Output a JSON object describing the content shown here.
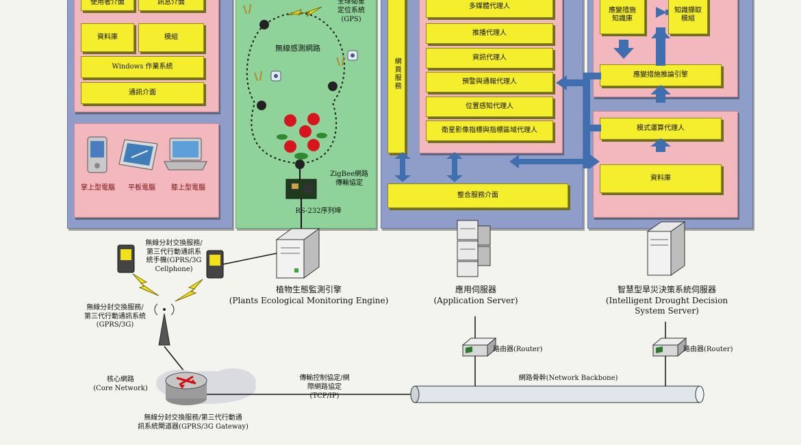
{
  "left_panel": {
    "top_row": [
      "使用者介面",
      "訊息介面"
    ],
    "mid_row": [
      "資料庫",
      "模組"
    ],
    "os": "Windows 作業系統",
    "comm": "通訊介面",
    "devices": [
      "掌上型電腦",
      "平板電腦",
      "膝上型電腦"
    ]
  },
  "sensor_panel": {
    "gps": "全球衛星\n定位系統\n(GPS)",
    "wsn": "無線感測網路",
    "zigbee": "ZigBee網路\n傳輸協定",
    "rs232": "RS-232序列埠"
  },
  "app_panel": {
    "web_service": "網頁服務",
    "agents": [
      "多媒體代理人",
      "推播代理人",
      "資訊代理人",
      "預警與通報代理人",
      "位置感知代理人",
      "衛星影像指標與指標區域代理人"
    ],
    "integration": "整合服務介面"
  },
  "decision_panel": {
    "top_left": "應變措施\n知識庫",
    "top_right": "知識擷取\n模組",
    "inference": "應變措施推論引擎",
    "mode_calc": "模式運算代理人",
    "database": "資料庫"
  },
  "network": {
    "cellphone": "無線分封交換服務/\n第三代行動通訊系\n統手機(GPRS/3G\nCellphone)",
    "gprs_tower": "無線分封交換服務/\n第三代行動通訊系統\n(GPRS/3G)",
    "core": "核心網路\n(Core Network)",
    "gateway": "無線分封交換服務/第三代行動通\n訊系統閘道器(GPRS/3G Gateway)",
    "tcpip": "傳輸控制協定/網\n際網路協定\n(TCP/IP)",
    "backbone": "網路骨幹(Network Backbone)",
    "router1": "路由器(Router)",
    "router2": "路由器(Router)",
    "plants_engine": "植物生態監測引擎\n(Plants Ecological Monitoring Engine)",
    "app_server": "應用伺服器\n(Application Server)",
    "drought_server": "智慧型旱災決策系統伺服器\n(Intelligent Drought Decision\nSystem Server)"
  },
  "colors": {
    "panel_blue": "#8f9dc9",
    "panel_pink": "#f3b8bd",
    "panel_green": "#8fd39a",
    "box_yellow": "#f4ee2c",
    "arrow_blue": "#3f6fae"
  }
}
